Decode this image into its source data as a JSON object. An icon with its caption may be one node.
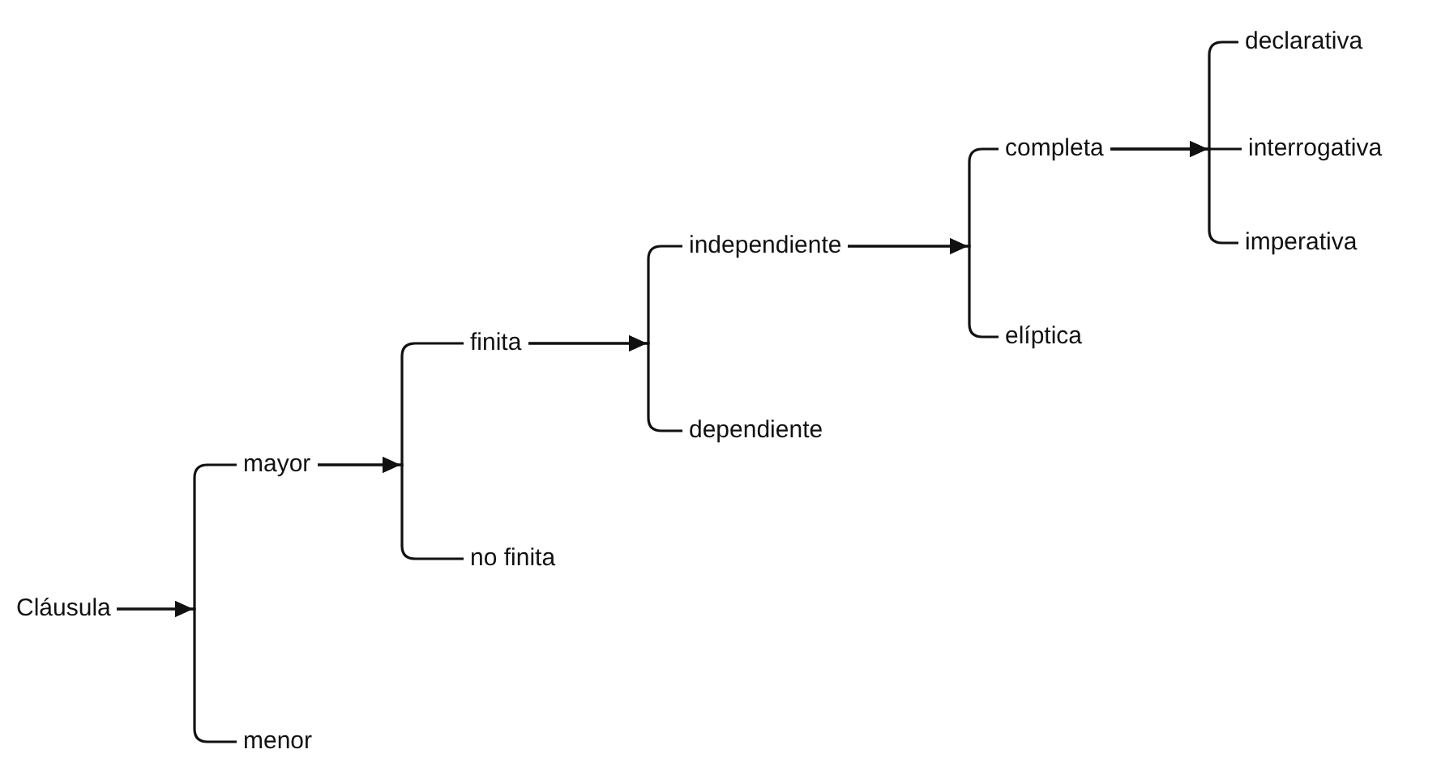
{
  "diagram": {
    "nodes": [
      {
        "text": [
          "Cláusula"
        ]
      },
      {
        "text": [
          "mayor"
        ]
      },
      {
        "text": [
          "menor"
        ]
      },
      {
        "text": [
          "finita"
        ]
      },
      {
        "text": [
          "no finita"
        ]
      },
      {
        "text": [
          "independiente"
        ]
      },
      {
        "text": [
          "dependiente"
        ]
      },
      {
        "text": [
          "completa"
        ]
      },
      {
        "text": [
          "elíptica"
        ]
      },
      {
        "text": [
          "declarativa"
        ]
      },
      {
        "text": [
          "interrogativa"
        ]
      },
      {
        "text": [
          "imperativa"
        ]
      }
    ],
    "edges": [
      {
        "from": 0,
        "to": 1,
        "arrow": "to"
      },
      {
        "from": 0,
        "to": 2,
        "arrow": "to"
      },
      {
        "from": 1,
        "to": 3,
        "arrow": "to"
      },
      {
        "from": 1,
        "to": 4,
        "arrow": "to"
      },
      {
        "from": 3,
        "to": 5,
        "arrow": "to"
      },
      {
        "from": 3,
        "to": 6,
        "arrow": "to"
      },
      {
        "from": 5,
        "to": 7,
        "arrow": "to"
      },
      {
        "from": 5,
        "to": 8,
        "arrow": "to"
      },
      {
        "from": 7,
        "to": 9,
        "arrow": "to"
      },
      {
        "from": 7,
        "to": 10,
        "arrow": "to"
      },
      {
        "from": 7,
        "to": 11,
        "arrow": "to"
      }
    ]
  }
}
